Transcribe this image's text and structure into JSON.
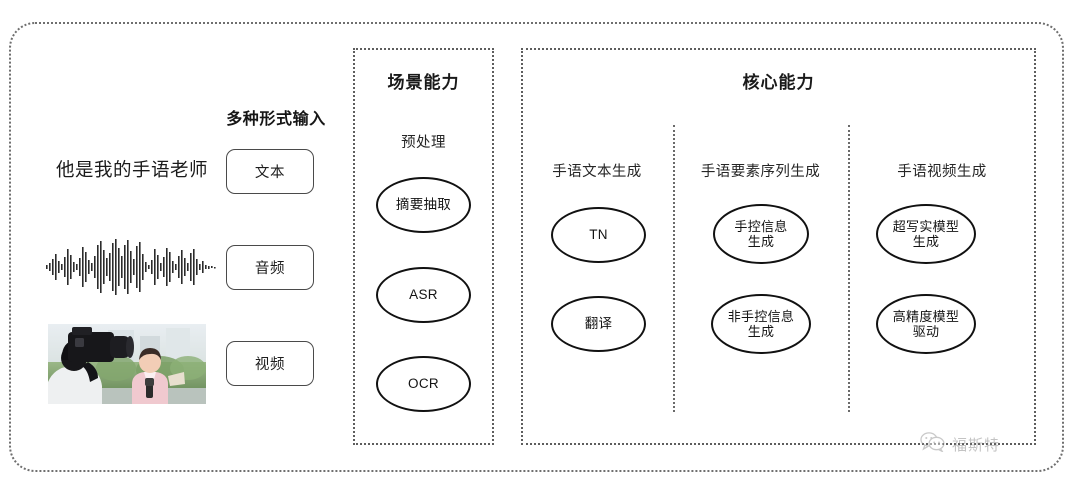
{
  "diagram": {
    "title_note": "",
    "colors": {
      "frame": "#6f6f6f",
      "panel_border": "#5d5d5d",
      "node_stroke": "#111111",
      "text": "#1b1b1b"
    }
  },
  "input_section": {
    "heading": "多种形式输入",
    "sample_text": "他是我的手语老师",
    "waveform_icon": "audio-waveform-icon",
    "video_icon": "video-thumbnail-image",
    "buttons": [
      {
        "label": "文本"
      },
      {
        "label": "音频"
      },
      {
        "label": "视频"
      }
    ]
  },
  "scene_panel": {
    "title": "场景能力",
    "column_title": "预处理",
    "nodes": [
      {
        "label": "摘要抽取"
      },
      {
        "label": "ASR"
      },
      {
        "label": "OCR"
      }
    ]
  },
  "core_panel": {
    "title": "核心能力",
    "columns": [
      {
        "title": "手语文本生成",
        "nodes": [
          {
            "line1": "TN",
            "line2": ""
          },
          {
            "line1": "翻译",
            "line2": ""
          }
        ]
      },
      {
        "title": "手语要素序列生成",
        "nodes": [
          {
            "line1": "手控信息",
            "line2": "生成"
          },
          {
            "line1": "非手控信息",
            "line2": "生成"
          }
        ]
      },
      {
        "title": "手语视频生成",
        "nodes": [
          {
            "line1": "超写实模型",
            "line2": "生成"
          },
          {
            "line1": "高精度模型",
            "line2": "驱动"
          }
        ]
      }
    ]
  },
  "watermark": {
    "icon": "wechat-logo-icon",
    "text": "福斯特"
  }
}
